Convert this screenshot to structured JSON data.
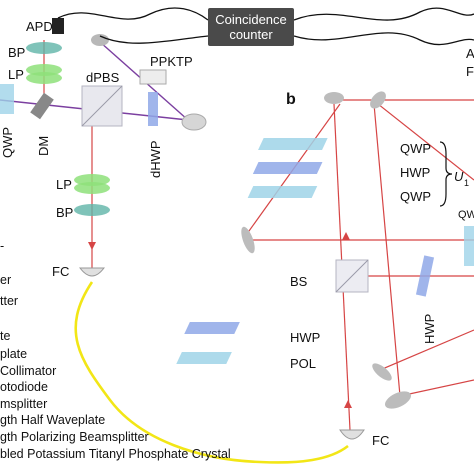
{
  "labels": {
    "apd": "APD",
    "bp_top": "BP",
    "lp_top": "LP",
    "dm": "DM",
    "qwp_left": "QWP",
    "dpbs": "dPBS",
    "ppktp": "PPKTP",
    "dhwp": "dHWP",
    "lp_bottom": "LP",
    "bp_bottom": "BP",
    "fc_left": "FC",
    "coincidence": "Coincidence counter",
    "panel_b": "b",
    "qwp1": "QWP",
    "hwp1": "HWP",
    "qwp2": "QWP",
    "u1": "U",
    "u1_sub": "1",
    "qwp_edge": "QW",
    "bs": "BS",
    "hwp_rot": "HWP",
    "hwp_lower": "HWP",
    "pol": "POL",
    "fc_right": "FC",
    "right_a": "A",
    "right_f": "F"
  },
  "legend": [
    "-",
    "er",
    "tter",
    "te",
    "plate",
    "Collimator",
    "otodiode",
    "msplitter",
    "gth Half Waveplate",
    "gth Polarizing Beamsplitter",
    "bled Potassium Titanyl Phosphate Crystal"
  ],
  "colors": {
    "beam": "#d64545",
    "pump_beam": "#7b3fa0",
    "fiber": "#f2e616",
    "waveplate": "#9fd3e8",
    "filter_green": "#8ee07a",
    "device_box": "#4a4a4a"
  }
}
